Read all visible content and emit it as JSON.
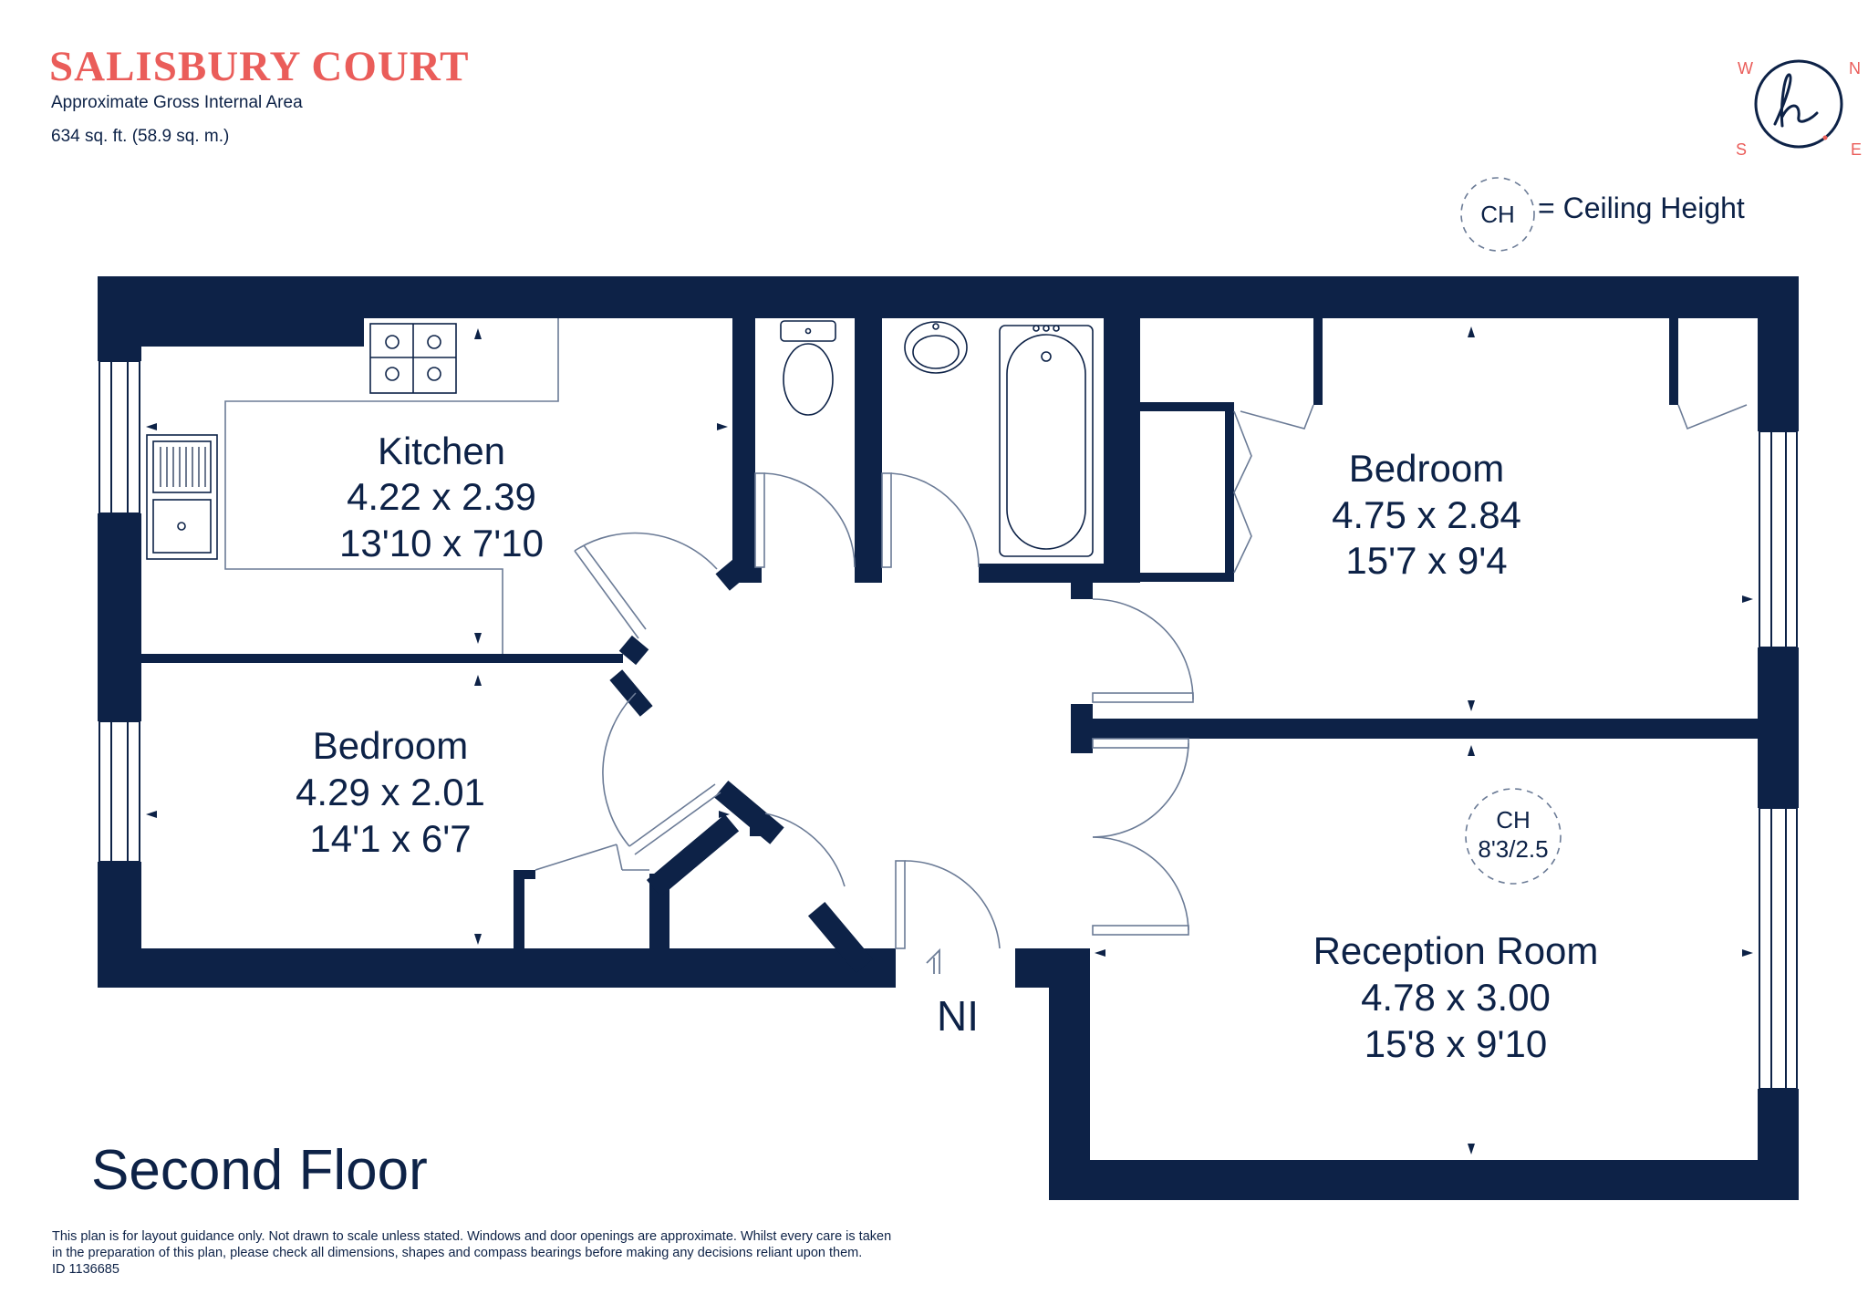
{
  "header": {
    "title": "SALISBURY COURT",
    "area_label": "Approximate Gross Internal Area",
    "area_value": "634 sq. ft. (58.9 sq. m.)"
  },
  "compass": {
    "w": "W",
    "n": "N",
    "s": "S",
    "e": "E",
    "logo_icon": "signature-h-icon"
  },
  "legend": {
    "badge": "CH",
    "text": "= Ceiling Height"
  },
  "rooms": {
    "kitchen": {
      "name": "Kitchen",
      "metric": "4.22 x 2.39",
      "imperial": "13'10 x 7'10"
    },
    "bedroom1": {
      "name": "Bedroom",
      "metric": "4.75 x 2.84",
      "imperial": "15'7 x 9'4"
    },
    "bedroom2": {
      "name": "Bedroom",
      "metric": "4.29 x 2.01",
      "imperial": "14'1 x 6'7"
    },
    "reception": {
      "name": "Reception Room",
      "metric": "4.78 x 3.00",
      "imperial": "15'8 x 9'10",
      "ch_badge": "CH",
      "ch_value": "8'3/2.5"
    }
  },
  "entrance": {
    "label": "NI"
  },
  "floor_label": "Second Floor",
  "disclaimer": {
    "line1": "This plan is for layout guidance only. Not drawn to scale unless stated. Windows and door openings are approximate. Whilst every care is taken",
    "line2": "in the preparation of this plan, please check all dimensions, shapes and compass bearings before making any decisions reliant upon them.",
    "id": "ID 1136685"
  },
  "colors": {
    "wall": "#0d2247",
    "brand": "#ea5d5a",
    "line": "#6b7b96",
    "background": "#ffffff"
  }
}
